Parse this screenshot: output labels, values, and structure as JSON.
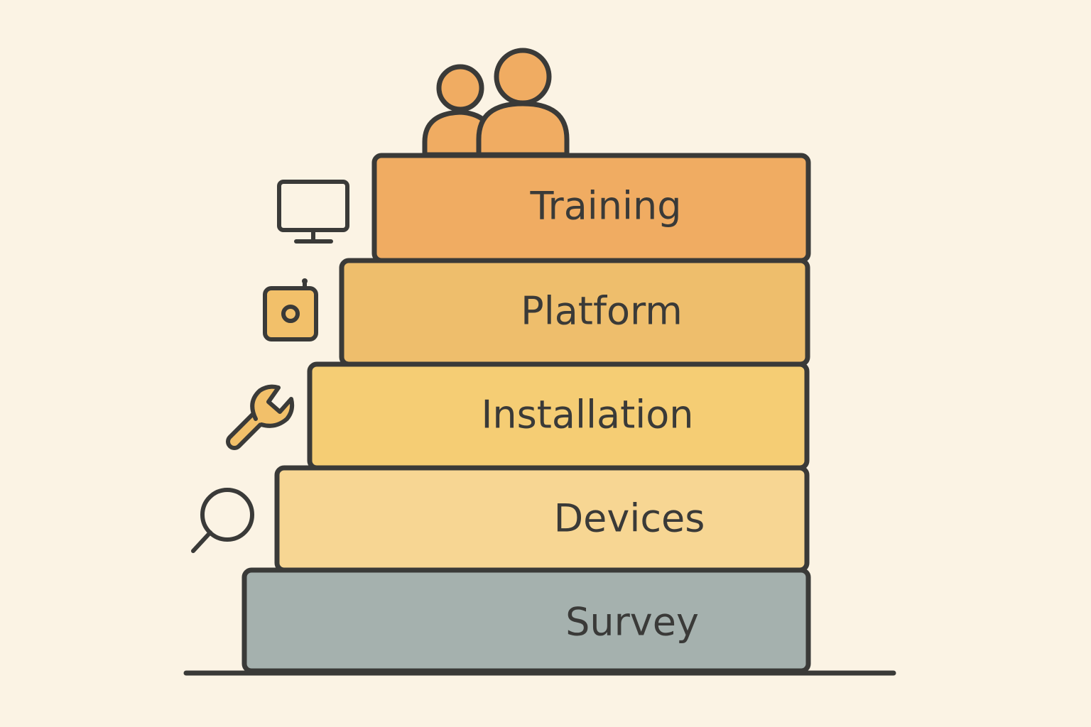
{
  "diagram": {
    "steps": [
      {
        "label": "Survey",
        "color": "#A5B1AE",
        "icon": "magnifier-icon"
      },
      {
        "label": "Devices",
        "color": "#F7D693",
        "icon": "wrench-icon"
      },
      {
        "label": "Installation",
        "color": "#F5CD74",
        "icon": "camera-device-icon"
      },
      {
        "label": "Platform",
        "color": "#EEBE6C",
        "icon": "monitor-icon"
      },
      {
        "label": "Training",
        "color": "#F0AC62",
        "icon": "people-icon"
      }
    ],
    "colors": {
      "background": "#FBF3E4",
      "outline": "#3A3A38",
      "people": "#F0AC62",
      "icon_fill": "#F2C06A"
    }
  }
}
